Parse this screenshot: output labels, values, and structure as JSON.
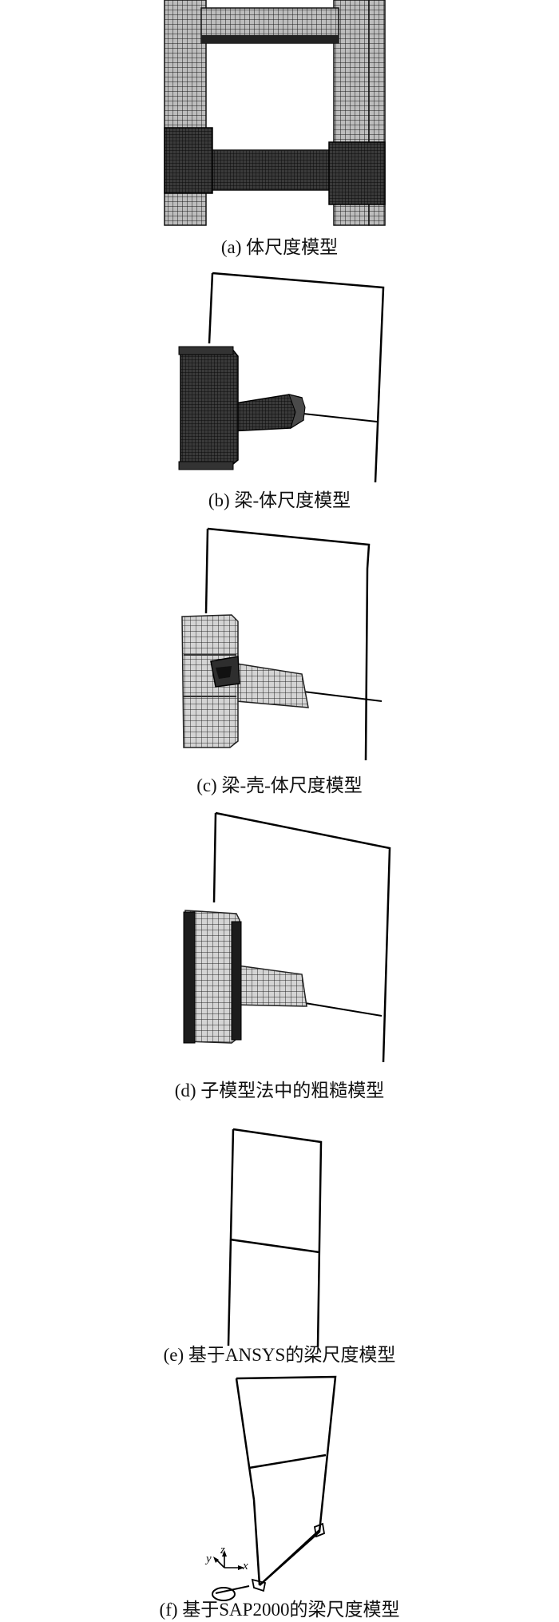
{
  "figure": {
    "panels": [
      {
        "id": "a",
        "caption": "(a) 体尺度模型"
      },
      {
        "id": "b",
        "caption": "(b) 梁-体尺度模型"
      },
      {
        "id": "c",
        "caption": "(c) 梁-壳-体尺度模型"
      },
      {
        "id": "d",
        "caption": "(d) 子模型法中的粗糙模型"
      },
      {
        "id": "e",
        "caption": "(e) 基于ANSYS的梁尺度模型"
      },
      {
        "id": "f",
        "caption": "(f) 基于SAP2000的梁尺度模型"
      }
    ],
    "axis_labels": {
      "y": "y",
      "z": "z",
      "x": "x"
    }
  }
}
